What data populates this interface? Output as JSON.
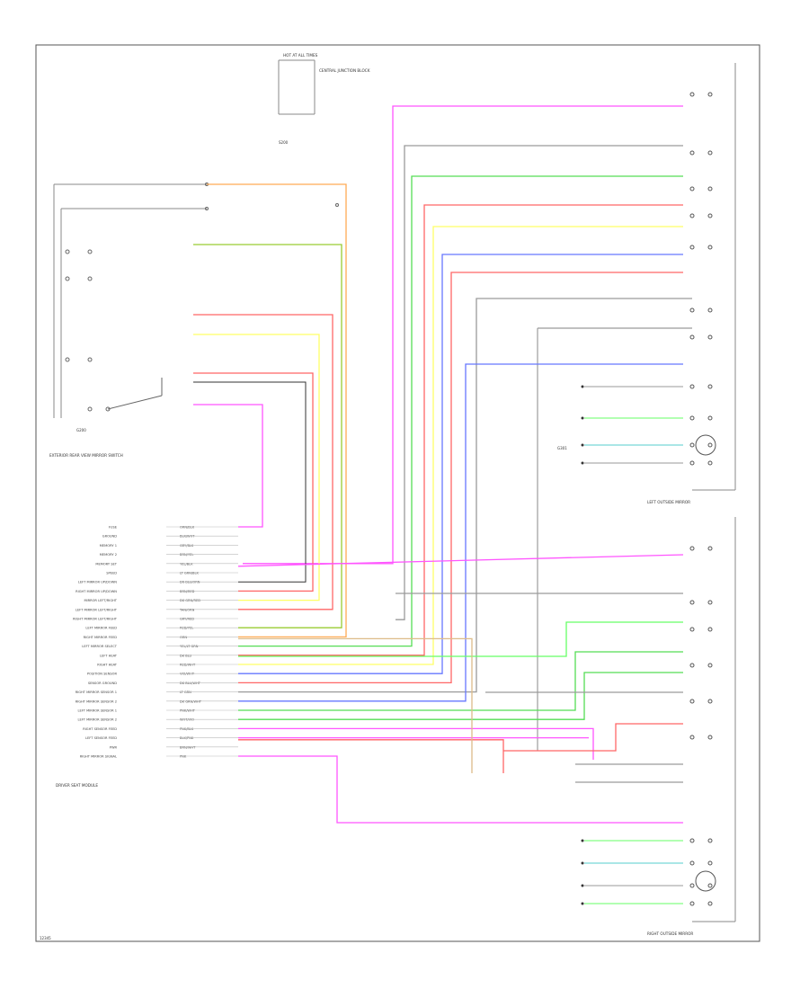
{
  "colors": {
    "frame": "#555555",
    "ground": "#8a8a8a",
    "pink": "#ff55ff",
    "gray": "#9a9a9a",
    "green": "#55dd55",
    "red": "#ff6666",
    "yellow": "#ffff66",
    "blue": "#6677ff",
    "orange": "#ffaa55",
    "olive": "#99cc33",
    "black": "#333333",
    "lime": "#66ff66",
    "tan": "#ddbb88",
    "cyan": "#55cccc"
  },
  "labels": {
    "fuse_top": "HOT AT ALL TIMES",
    "fuse_block": "CENTRAL JUNCTION BLOCK",
    "s200": "S200",
    "g_left": "G200",
    "left_switch": "EXTERIOR REAR VIEW MIRROR SWITCH",
    "memory_module": "DRIVER SEAT MODULE",
    "left_mirror": "LEFT OUTSIDE MIRROR",
    "right_mirror": "RIGHT OUTSIDE MIRROR",
    "ground_top": "G301",
    "diagram_id": "12345"
  },
  "module_pins": [
    {
      "name": "FUSE",
      "wire": "ORN/BLK"
    },
    {
      "name": "GROUND",
      "wire": "BLK/WHT"
    },
    {
      "name": "MEMORY 1",
      "wire": "GRY/BLK"
    },
    {
      "name": "MEMORY 2",
      "wire": "BRN/YEL"
    },
    {
      "name": "MEMORY SET",
      "wire": "YEL/BLK"
    },
    {
      "name": "SPEED",
      "wire": "LT GRN/BLK"
    },
    {
      "name": "LEFT MIRROR UP/DOWN",
      "wire": "DK BLU/ORN"
    },
    {
      "name": "RIGHT MIRROR UP/DOWN",
      "wire": "BRN/RED"
    },
    {
      "name": "MIRROR LEFT/RIGHT",
      "wire": "DK GRN/RED"
    },
    {
      "name": "LEFT MIRROR LEFT/RIGHT",
      "wire": "TAN/ORN"
    },
    {
      "name": "RIGHT MIRROR LEFT/RIGHT",
      "wire": "GRY/RED"
    },
    {
      "name": "LEFT MIRROR FEED",
      "wire": "RED/YEL"
    },
    {
      "name": "RIGHT MIRROR FEED",
      "wire": "ORN"
    },
    {
      "name": "LEFT MIRROR SELECT",
      "wire": "YEL/LT GRN"
    },
    {
      "name": "LEFT HEAT",
      "wire": "DK BLU"
    },
    {
      "name": "RIGHT HEAT",
      "wire": "RED/WHT"
    },
    {
      "name": "POSITION SENSOR",
      "wire": "VIO/WHT"
    },
    {
      "name": "SENSOR GROUND",
      "wire": "DK BLU/WHT"
    },
    {
      "name": "RIGHT MIRROR SENSOR 1",
      "wire": "LT GRN"
    },
    {
      "name": "RIGHT MIRROR SENSOR 2",
      "wire": "DK GRN/WHT"
    },
    {
      "name": "LEFT MIRROR SENSOR 1",
      "wire": "PNK/WHT"
    },
    {
      "name": "LEFT MIRROR SENSOR 2",
      "wire": "WHT/VIO"
    },
    {
      "name": "RIGHT SENSOR FEED",
      "wire": "PNK/BLK"
    },
    {
      "name": "LEFT SENSOR FEED",
      "wire": "BLK/PNK"
    },
    {
      "name": "PWR",
      "wire": "BRN/WHT"
    },
    {
      "name": "RIGHT MIRROR SIGNAL",
      "wire": "PNK"
    }
  ]
}
